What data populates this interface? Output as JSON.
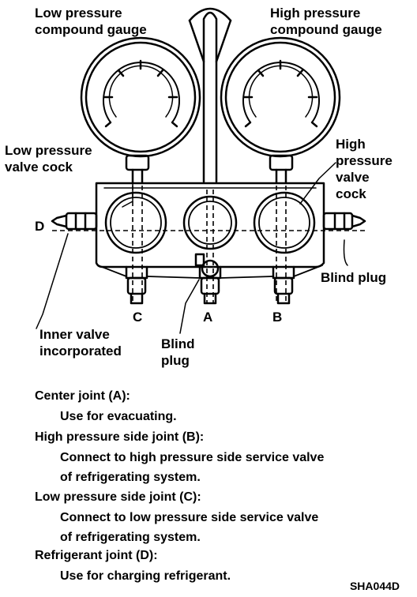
{
  "labels": {
    "low_gauge": [
      "Low pressure",
      "compound gauge"
    ],
    "high_gauge": [
      "High pressure",
      "compound gauge"
    ],
    "low_valve": [
      "Low pressure",
      "valve cock"
    ],
    "high_valve": [
      "High",
      "pressure",
      "valve",
      "cock"
    ],
    "joint_d": "D",
    "joint_c": "C",
    "joint_a": "A",
    "joint_b": "B",
    "blind_plug_right": "Blind plug",
    "inner_valve": [
      "Inner valve",
      "incorporated"
    ],
    "blind_plug_center": [
      "Blind",
      "plug"
    ]
  },
  "notes": [
    {
      "heading": "Center joint (A):",
      "text": [
        "Use for evacuating."
      ]
    },
    {
      "heading": "High pressure side joint (B):",
      "text": [
        "Connect to high pressure side service valve",
        "of refrigerating system."
      ]
    },
    {
      "heading": "Low pressure side joint (C):",
      "text": [
        "Connect to low pressure side service valve",
        "of refrigerating system."
      ]
    },
    {
      "heading": "Refrigerant joint (D):",
      "text": [
        "Use for charging refrigerant."
      ]
    }
  ],
  "figure_code": "SHA044D"
}
